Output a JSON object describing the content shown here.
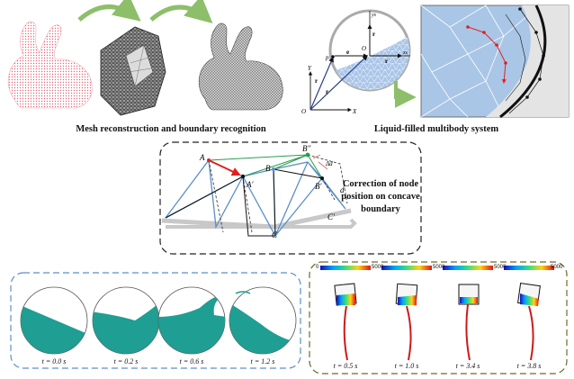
{
  "top_left": {
    "caption": "Mesh reconstruction and boundary recognition"
  },
  "top_right": {
    "caption": "Liquid-filled multibody system",
    "labels": {
      "y": "Y",
      "x": "X",
      "o": "O",
      "p": "p",
      "oi": "O",
      "ys": "ys",
      "xs": "xs",
      "e": "e",
      "ri": "r",
      "rp": "r",
      "rs": "r",
      "rsp": "r"
    }
  },
  "middle": {
    "note_lines": [
      "Correction of node",
      "position on concave",
      "boundary"
    ],
    "labels": {
      "A": "A",
      "A1": "A'",
      "B": "B",
      "B1": "B'",
      "B2": "B''",
      "C": "C",
      "C1": "C'",
      "d": "d",
      "dd": "Δd"
    }
  },
  "bottom_left": {
    "times": [
      "t = 0.0 s",
      "t = 0.2 s",
      "t = 0.6 s",
      "t = 1.2 s"
    ],
    "fluid_color": "#1f9e93"
  },
  "bottom_right": {
    "times": [
      "t = 0.5 s",
      "t = 1.0 s",
      "t = 3.4 s",
      "t = 3.8 s"
    ],
    "scale_min": "0",
    "scale_max": "5000"
  },
  "colors": {
    "mesh_blue": "#5b8fc9",
    "arrow_red": "#e02020",
    "green": "#2a9d4a",
    "dash": "#2b2b2b"
  }
}
